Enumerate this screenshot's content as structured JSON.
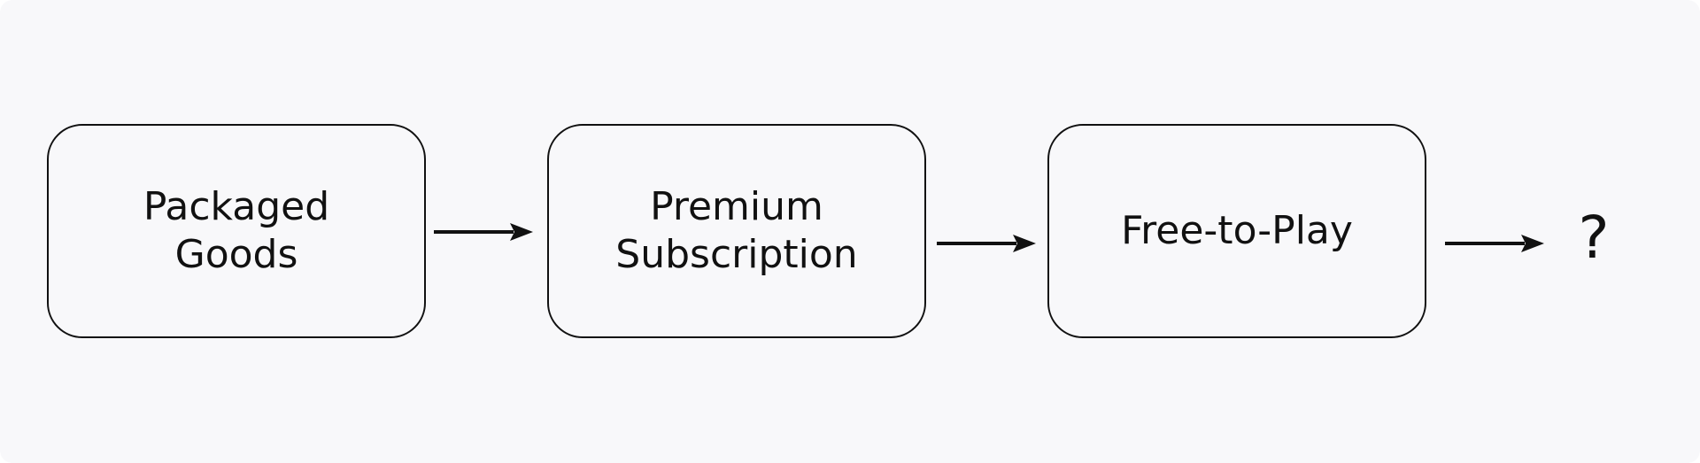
{
  "diagram": {
    "nodes": [
      {
        "id": "packaged-goods",
        "label": "Packaged\nGoods"
      },
      {
        "id": "premium-subscription",
        "label": "Premium\nSubscription"
      },
      {
        "id": "free-to-play",
        "label": "Free-to-Play"
      }
    ],
    "edges": [
      {
        "from": "packaged-goods",
        "to": "premium-subscription"
      },
      {
        "from": "premium-subscription",
        "to": "free-to-play"
      },
      {
        "from": "free-to-play",
        "to": "unknown-next"
      }
    ],
    "terminal": {
      "id": "unknown-next",
      "label": "?"
    }
  }
}
